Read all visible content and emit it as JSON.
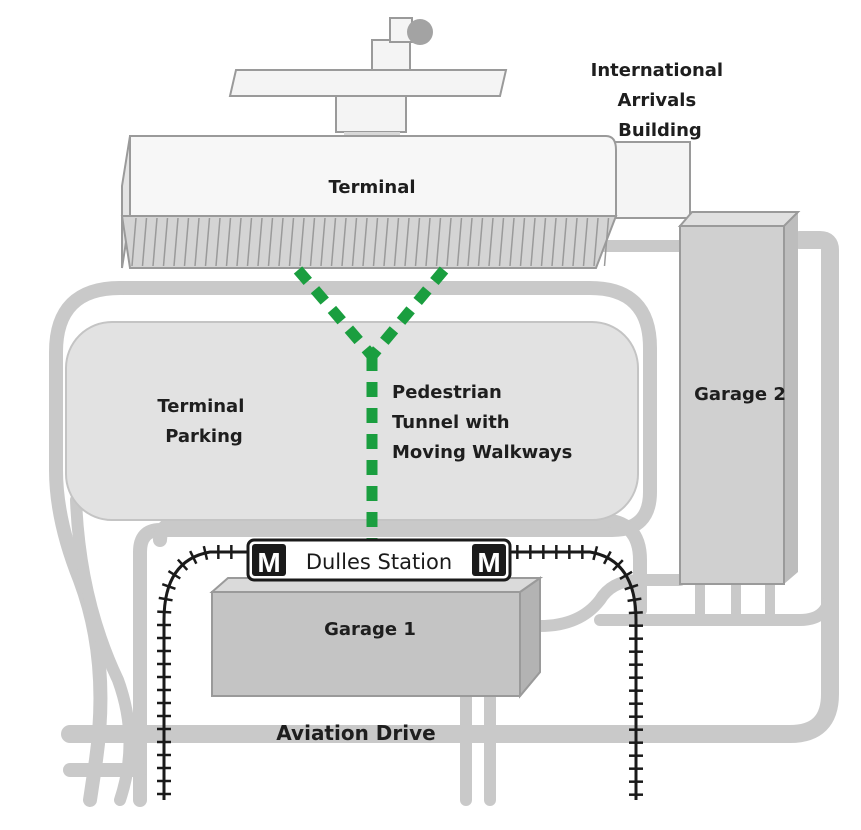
{
  "labels": {
    "international_arrivals": [
      "International",
      "Arrivals",
      "Building"
    ],
    "terminal": "Terminal",
    "terminal_parking": [
      "Terminal",
      "Parking"
    ],
    "pedestrian_tunnel": [
      "Pedestrian",
      "Tunnel with",
      "Moving Walkways"
    ],
    "garage_2": "Garage 2",
    "garage_1": "Garage 1",
    "station_name": "Dulles Station",
    "metro_mark": "M",
    "road_name": "Aviation Drive"
  },
  "colors": {
    "walkway_green": "#1a9e3f",
    "road_gray": "#c9c9c9",
    "building_fill": "#f4f4f4",
    "garage_fill": "#cfcfcf",
    "rail_black": "#1a1a1a",
    "metro_badge": "#1a1a1a"
  }
}
